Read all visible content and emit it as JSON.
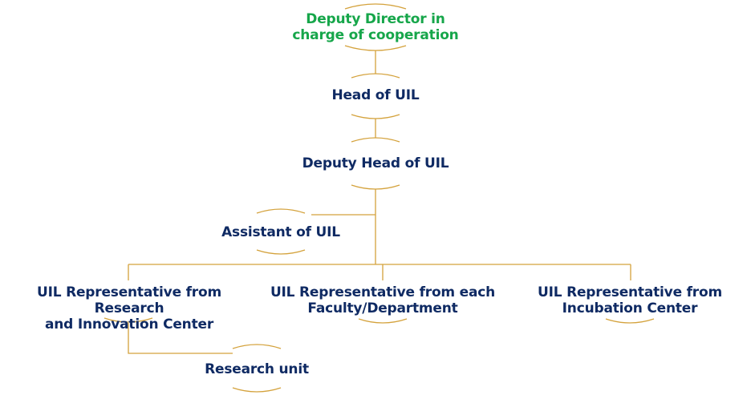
{
  "colors": {
    "connector": "#d4a23c",
    "heading_text": "#16a64a",
    "node_text": "#0f2a63"
  },
  "nodes": {
    "deputy_director": "Deputy Director in\ncharge of cooperation",
    "head": "Head of UIL",
    "deputy_head": "Deputy Head of UIL",
    "assistant": "Assistant of UIL",
    "rep_research": "UIL Representative from Research\nand Innovation Center",
    "rep_faculty": "UIL Representative from each\nFaculty/Department",
    "rep_incubation": "UIL Representative from\nIncubation Center",
    "research_unit": "Research unit"
  }
}
